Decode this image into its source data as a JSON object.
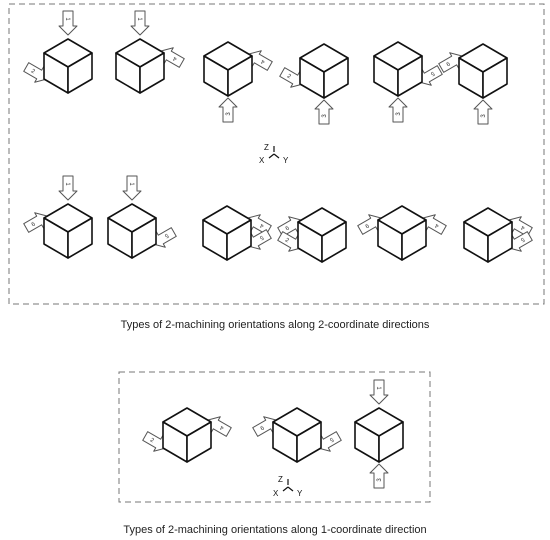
{
  "captions": {
    "two_coordinate": "Types of 2-machining orientations along 2-coordinate directions",
    "one_coordinate": "Types of 2-machining orientations along 1-coordinate direction"
  },
  "axes_labels": {
    "z": "Z",
    "x": "X",
    "y": "Y"
  },
  "arrow_labels": {
    "top": "1",
    "bottom": "3",
    "upper_right": "4",
    "upper_left": "6",
    "lower_left": "2",
    "lower_right": "5"
  },
  "panels": [
    {
      "name": "two-coordinate-directions",
      "caption_key": "two_coordinate",
      "cubes": [
        {
          "arrows": [
            "top",
            "lower_left"
          ]
        },
        {
          "arrows": [
            "top",
            "upper_right"
          ]
        },
        {
          "arrows": [
            "upper_right",
            "bottom"
          ]
        },
        {
          "arrows": [
            "lower_left",
            "bottom"
          ]
        },
        {
          "arrows": [
            "lower_right",
            "bottom"
          ]
        },
        {
          "arrows": [
            "upper_left",
            "bottom"
          ]
        },
        {
          "arrows": [
            "top",
            "upper_left"
          ]
        },
        {
          "arrows": [
            "top",
            "lower_right"
          ]
        },
        {
          "arrows": [
            "upper_right",
            "lower_right"
          ]
        },
        {
          "arrows": [
            "upper_left",
            "lower_left"
          ]
        },
        {
          "arrows": [
            "upper_left",
            "upper_right"
          ]
        },
        {
          "arrows": [
            "upper_right",
            "lower_right"
          ]
        }
      ]
    },
    {
      "name": "one-coordinate-direction",
      "caption_key": "one_coordinate",
      "cubes": [
        {
          "arrows": [
            "upper_right",
            "lower_left"
          ]
        },
        {
          "arrows": [
            "upper_left",
            "lower_right"
          ]
        },
        {
          "arrows": [
            "top",
            "bottom"
          ]
        }
      ]
    }
  ]
}
